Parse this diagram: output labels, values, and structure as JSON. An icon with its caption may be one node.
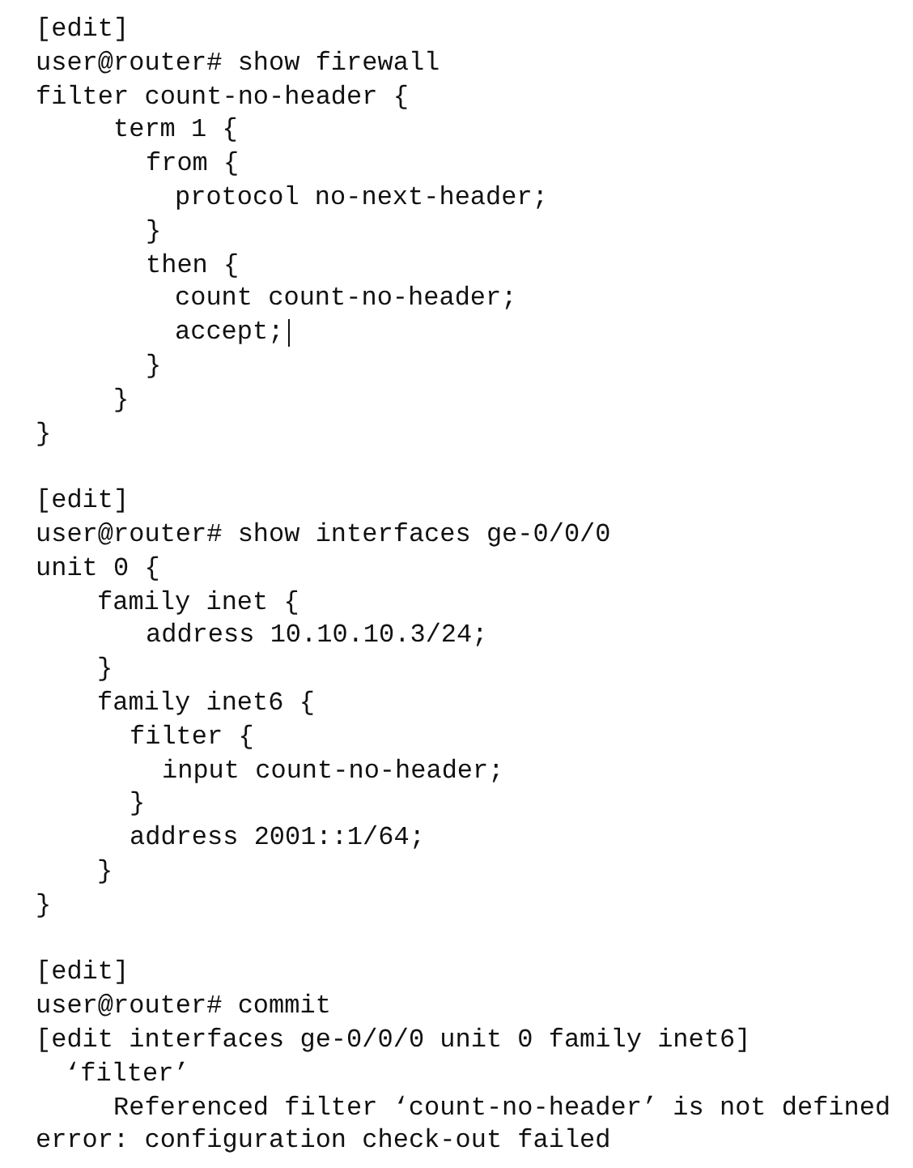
{
  "diagram": {
    "labels": [
      "[edit]",
      "user@router# show firewall",
      "filter count-no-header {",
      "term 1 {",
      "from {",
      "protocol no-next-header;",
      "}",
      "then {",
      "count count-no-header;",
      "accept;",
      "}",
      "}",
      "}",
      "[edit]",
      "user@router# show interfaces ge-0/0/0",
      "unit 0 {",
      "family inet {",
      "address 10.10.10.3/24;",
      "}",
      "family inet6 {",
      "filter {",
      "input count-no-header;",
      "}",
      "address 2001::1/64;",
      "}",
      "}",
      "[edit]",
      "user@router# commit",
      "[edit interfaces ge-0/0/0 unit 0 family inet6]",
      "‘filter’",
      "Referenced filter ‘count-no-header’ is not defined",
      "error: configuration check-out failed"
    ]
  }
}
